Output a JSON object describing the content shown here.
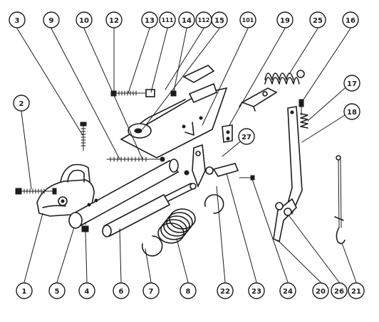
{
  "callouts": [
    {
      "label": "1"
    },
    {
      "label": "2"
    },
    {
      "label": "3"
    },
    {
      "label": "4"
    },
    {
      "label": "5"
    },
    {
      "label": "6"
    },
    {
      "label": "7"
    },
    {
      "label": "8"
    },
    {
      "label": "9"
    },
    {
      "label": "10"
    },
    {
      "label": "12"
    },
    {
      "label": "13"
    },
    {
      "label": "111"
    },
    {
      "label": "14"
    },
    {
      "label": "112"
    },
    {
      "label": "15"
    },
    {
      "label": "101"
    },
    {
      "label": "19"
    },
    {
      "label": "25"
    },
    {
      "label": "16"
    },
    {
      "label": "17"
    },
    {
      "label": "18"
    },
    {
      "label": "27"
    },
    {
      "label": "22"
    },
    {
      "label": "23"
    },
    {
      "label": "24"
    },
    {
      "label": "20"
    },
    {
      "label": "26"
    },
    {
      "label": "21"
    }
  ],
  "drawing": {
    "line_color": "#1c1c1c",
    "background_color": "#ffffff"
  }
}
